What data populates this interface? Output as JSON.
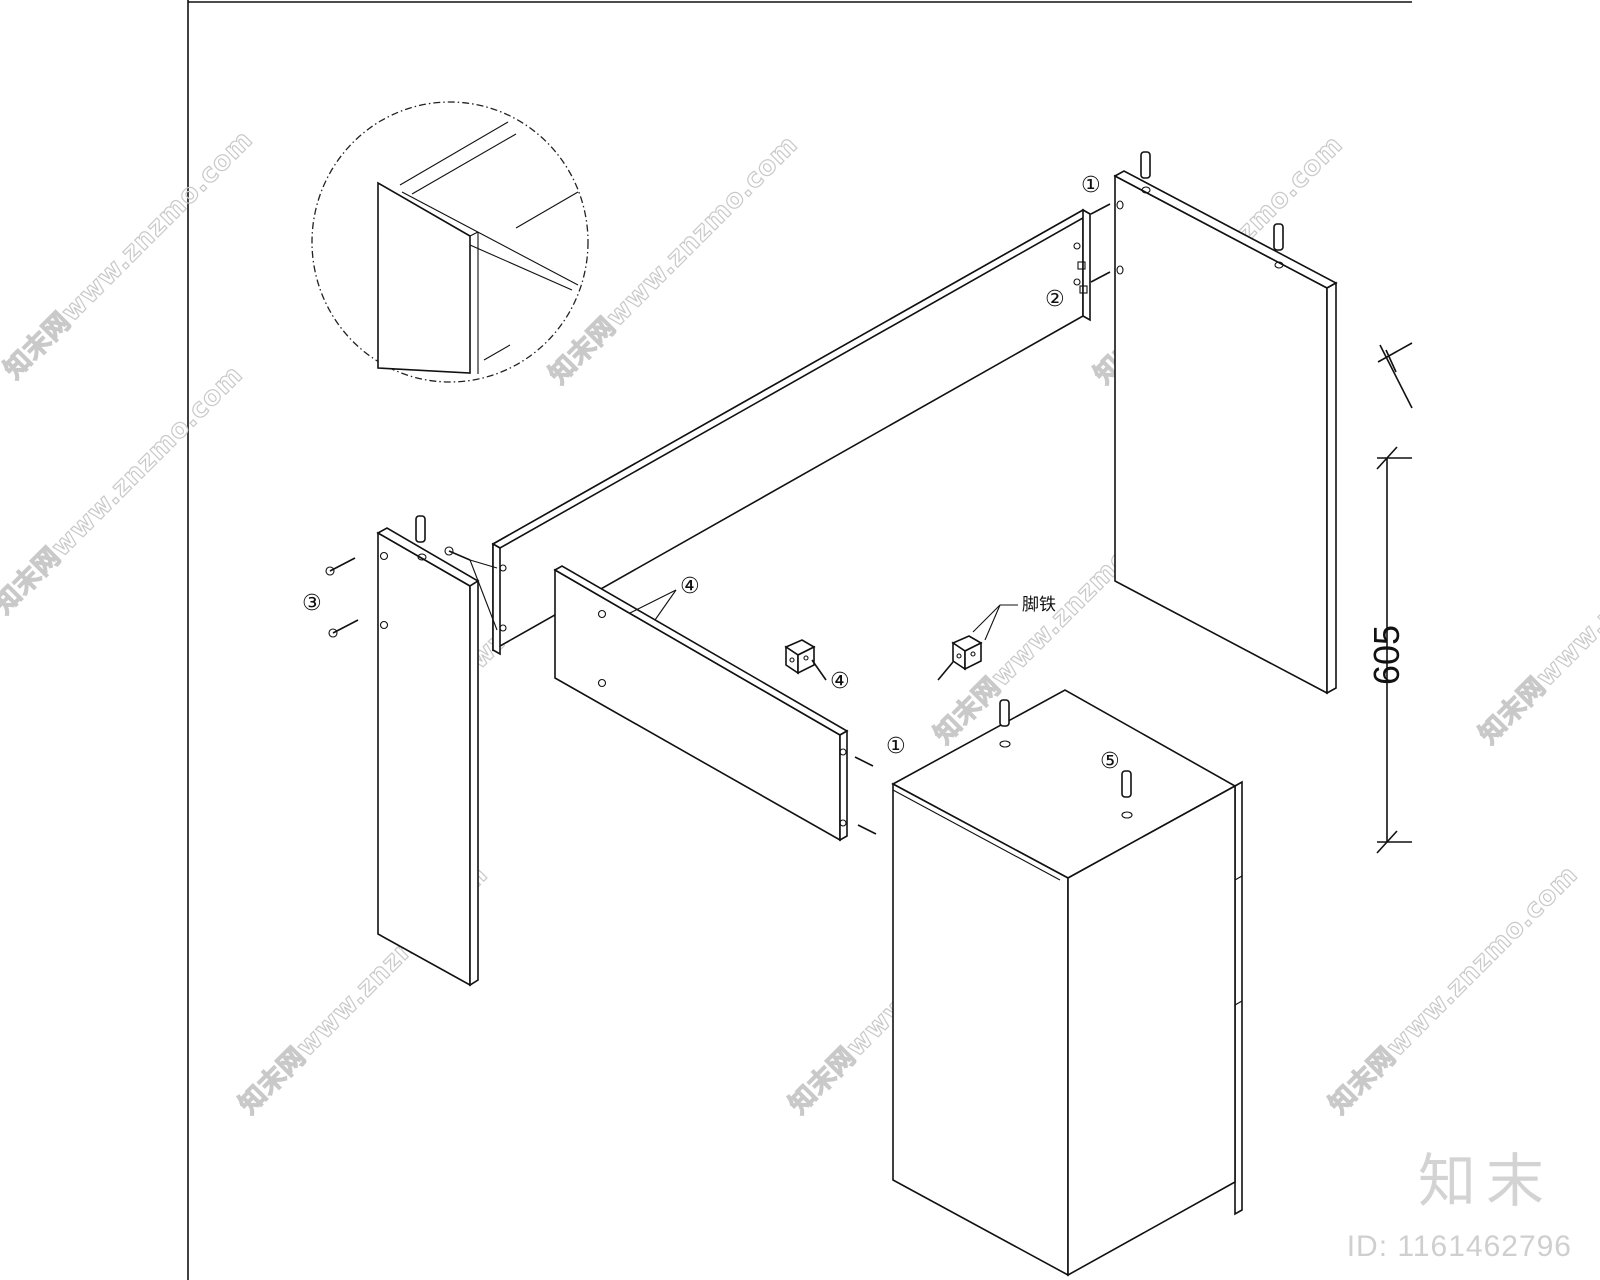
{
  "callouts": [
    "①",
    "②",
    "③",
    "④",
    "④",
    "①",
    "⑤"
  ],
  "bracket_label": "脚铁",
  "dimension": {
    "value": "605"
  },
  "watermark": {
    "text": "知末网www.znzmo.com"
  },
  "branding": {
    "logo": "知末",
    "id_text": "ID: 1161462796"
  }
}
